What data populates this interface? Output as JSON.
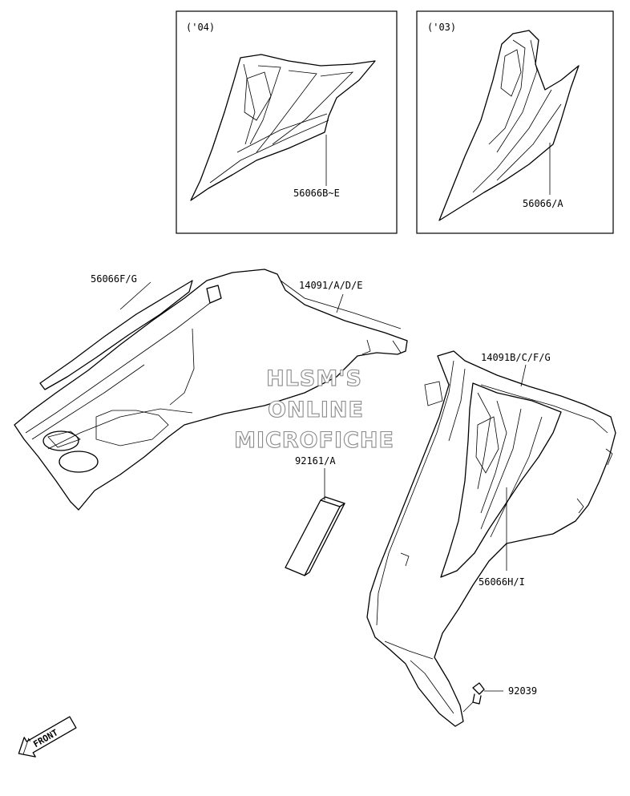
{
  "insets": [
    {
      "year": "('04)",
      "part": "56066B~E"
    },
    {
      "year": "('03)",
      "part": "56066/A"
    }
  ],
  "parts": {
    "left_decal": "56066F/G",
    "left_cover": "14091/A/D/E",
    "pad": "92161/A",
    "right_cover": "14091B/C/F/G",
    "right_decal": "56066H/I",
    "clip": "92039"
  },
  "watermark": [
    "HLSM'S",
    "ONLINE",
    "MICROFICHE"
  ],
  "front_label": "FRONT",
  "icons": [
    "front-arrow-icon"
  ]
}
